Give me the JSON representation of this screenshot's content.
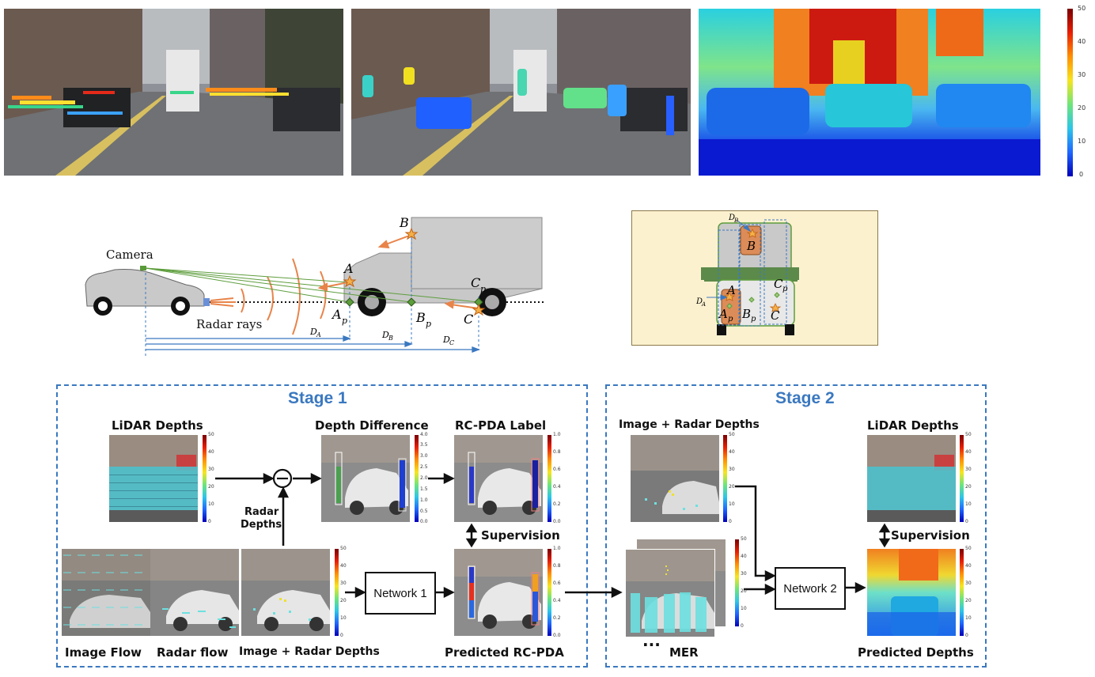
{
  "top_colorbar": {
    "ticks": [
      "50",
      "40",
      "30",
      "20",
      "10",
      "0"
    ]
  },
  "scene_diagram": {
    "camera_label": "Camera",
    "radar_label": "Radar rays",
    "point_A": "A",
    "point_B": "B",
    "point_C": "C",
    "point_Ap": "A",
    "point_Bp": "B",
    "point_Cp": "C",
    "sub_p": "p",
    "dist_A": "D",
    "dist_B": "D",
    "dist_C": "D",
    "sub_A": "A",
    "sub_B": "B",
    "sub_C": "C"
  },
  "inset_diagram": {
    "d_B": "D",
    "d_B_sub": "B",
    "d_A": "D",
    "d_A_sub": "A",
    "A": "A",
    "B": "B",
    "C": "C",
    "Ap": "A",
    "Bp": "B",
    "Cp": "C",
    "p": "p"
  },
  "stage1": {
    "title": "Stage 1",
    "lidar_label": "LiDAR Depths",
    "depth_diff_label": "Depth Difference",
    "rcpda_label": "RC-PDA Label",
    "radar_depths_line1": "Radar",
    "radar_depths_line2": "Depths",
    "supervision": "Supervision",
    "network": "Network 1",
    "image_flow": "Image Flow",
    "radar_flow": "Radar flow",
    "image_radar": "Image + Radar Depths",
    "predicted_rcpda": "Predicted RC-PDA",
    "ticks_50": [
      "50",
      "40",
      "30",
      "20",
      "10",
      "0"
    ],
    "ticks_4": [
      "4.0",
      "3.5",
      "3.0",
      "2.5",
      "2.0",
      "1.5",
      "1.0",
      "0.5",
      "0.0"
    ],
    "ticks_1": [
      "1.0",
      "0.8",
      "0.6",
      "0.4",
      "0.2",
      "0.0"
    ]
  },
  "stage2": {
    "title": "Stage 2",
    "image_radar": "Image + Radar Depths",
    "lidar_label": "LiDAR Depths",
    "supervision": "Supervision",
    "network": "Network 2",
    "ellipsis": "...",
    "mer": "MER",
    "predicted_depths": "Predicted Depths"
  }
}
